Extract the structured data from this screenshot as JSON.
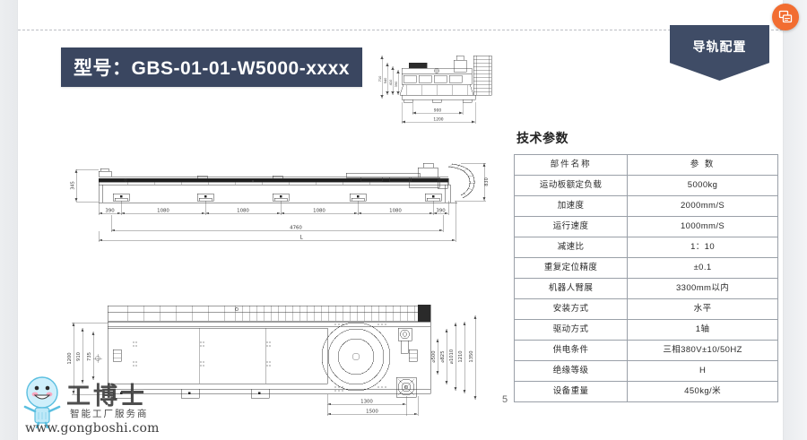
{
  "app": {
    "copy_icon": "duplicate-slide-icon",
    "accent_orange": "#f26d31",
    "navy": "#3a4660",
    "page_number": "5"
  },
  "slide": {
    "model_label": "型号：GBS-01-01-W5000-xxxx",
    "title_badge": "导轨配置",
    "spec_heading": "技术参数"
  },
  "spec_table": {
    "headers": [
      "部件名称",
      "参  数"
    ],
    "rows": [
      {
        "name": "运动板额定负载",
        "value": "5000kg"
      },
      {
        "name": "加速度",
        "value": "2000mm/S"
      },
      {
        "name": "运行速度",
        "value": "1000mm/S"
      },
      {
        "name": "减速比",
        "value": "1：10"
      },
      {
        "name": "重复定位精度",
        "value": "±0.1"
      },
      {
        "name": "机器人臂展",
        "value": "3300mm以内"
      },
      {
        "name": "安装方式",
        "value": "水平"
      },
      {
        "name": "驱动方式",
        "value": "1轴"
      },
      {
        "name": "供电条件",
        "value": "三相380V±10/50HZ"
      },
      {
        "name": "绝缘等级",
        "value": "H"
      },
      {
        "name": "设备重量",
        "value": "450kg/米"
      }
    ]
  },
  "drawings": {
    "section_view": {
      "name": "end-section-view",
      "vertical_dims": [
        "710",
        "540",
        "410",
        "390"
      ],
      "horizontal_dims": [
        "900",
        "1200"
      ]
    },
    "side_view": {
      "name": "side-elevation-view",
      "left_dim": "345",
      "right_dim": "830",
      "pitch_dims": [
        "390",
        "1080",
        "1080",
        "1080",
        "1080",
        "390"
      ],
      "total_dim": "4760",
      "length_label": "L"
    },
    "plan_view": {
      "name": "plan-top-view",
      "left_dims": [
        "1200",
        "910",
        "735"
      ],
      "right_dims": [
        "⌀500",
        "⌀825",
        "⌀1010",
        "1210",
        "1350"
      ],
      "bottom_dims": [
        "1300",
        "1500"
      ]
    }
  },
  "watermark": {
    "brand": "工博士",
    "tagline": "智能工厂服务商",
    "url": "www.gongboshi.com"
  }
}
